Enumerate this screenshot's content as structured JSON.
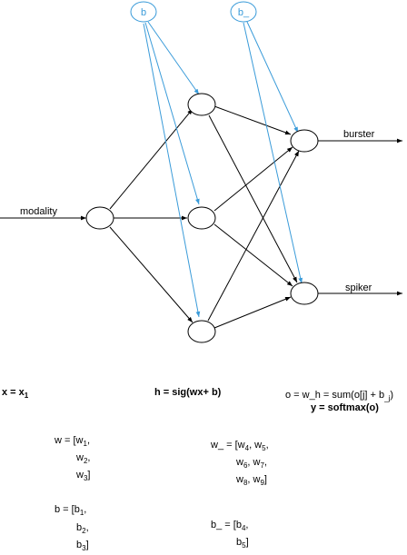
{
  "network": {
    "input_label": "modality",
    "outputs": [
      "burster",
      "spiker"
    ],
    "bias_hidden": "b",
    "bias_output": "b_"
  },
  "equations": {
    "x_def": {
      "text": "x = x",
      "sub": "1"
    },
    "h_def": "h = sig(wx+ b)",
    "o_def": {
      "pre": "o = w_h = sum(o[j] + b",
      "sub": "_j",
      "post": ")"
    },
    "y_def": "y = softmax(o)"
  },
  "vectors": {
    "w": {
      "lines": [
        {
          "pre": "w = [w",
          "sub": "1",
          "post": ","
        },
        {
          "pre": "w",
          "sub": "2",
          "post": ","
        },
        {
          "pre": "w",
          "sub": "3",
          "post": "]"
        }
      ]
    },
    "b": {
      "lines": [
        {
          "pre": "b = [b",
          "sub": "1",
          "post": ","
        },
        {
          "pre": "b",
          "sub": "2",
          "post": ","
        },
        {
          "pre": "b",
          "sub": "3",
          "post": "]"
        }
      ]
    },
    "w_": {
      "lines": [
        {
          "pre": "w_ = [w",
          "sub": "4",
          "post": ", w",
          "sub2": "5",
          "post2": ","
        },
        {
          "pre": "w",
          "sub": "6",
          "post": ", w",
          "sub2": "7",
          "post2": ","
        },
        {
          "pre": "w",
          "sub": "8",
          "post": ", w",
          "sub2": "9",
          "post2": "]"
        }
      ]
    },
    "b_": {
      "lines": [
        {
          "pre": "b_ = [b",
          "sub": "4",
          "post": ","
        },
        {
          "pre": "b",
          "sub": "5",
          "post": "]"
        }
      ]
    }
  }
}
